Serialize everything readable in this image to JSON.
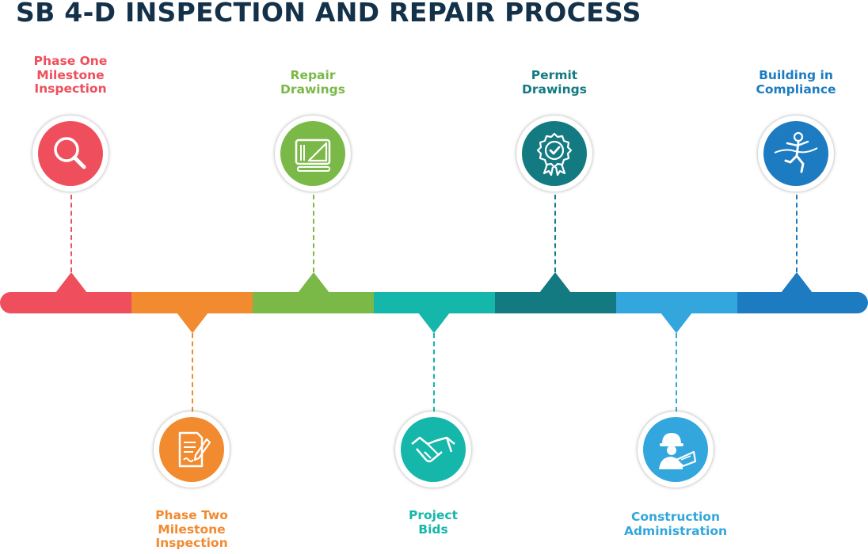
{
  "title": "SB 4-D INSPECTION AND REPAIR PROCESS",
  "colors": {
    "title": "#14314a",
    "step1": "#ef4e5c",
    "step2": "#f28a2f",
    "step3": "#7ab948",
    "step4": "#14b7aa",
    "step5": "#147a82",
    "step6": "#32a6dd",
    "step7": "#1d7cc1"
  },
  "steps": [
    {
      "label": "Phase One\nMilestone\nInspection",
      "icon": "magnifier-icon",
      "position": "above"
    },
    {
      "label": "Phase Two\nMilestone\nInspection",
      "icon": "document-pen-icon",
      "position": "below"
    },
    {
      "label": "Repair\nDrawings",
      "icon": "blueprint-icon",
      "position": "above"
    },
    {
      "label": "Project\nBids",
      "icon": "handshake-icon",
      "position": "below"
    },
    {
      "label": "Permit\nDrawings",
      "icon": "certified-badge-icon",
      "position": "above"
    },
    {
      "label": "Construction\nAdministration",
      "icon": "engineer-icon",
      "position": "below"
    },
    {
      "label": "Building in\nCompliance",
      "icon": "finish-line-runner-icon",
      "position": "above"
    }
  ]
}
